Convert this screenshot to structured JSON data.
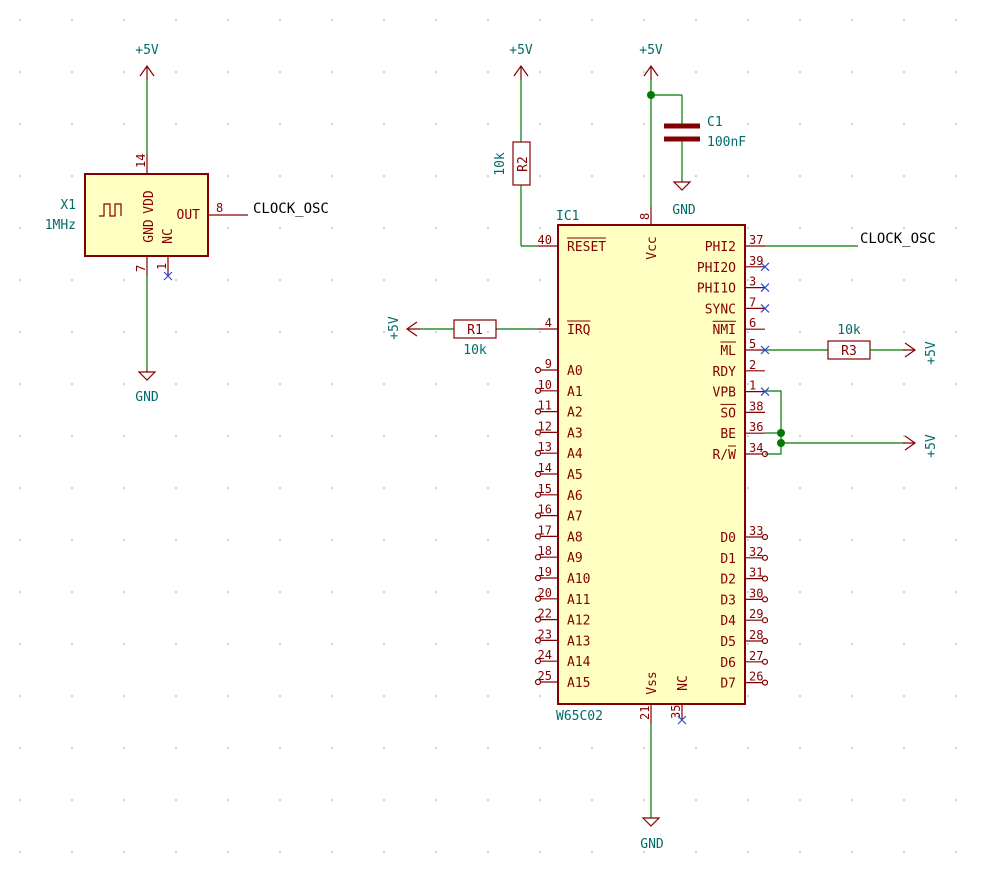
{
  "power": {
    "vcc": "+5V",
    "gnd": "GND"
  },
  "x1": {
    "ref": "X1",
    "value": "1MHz",
    "pin_vdd": "VDD",
    "pin_gnd": "GND",
    "pin_nc": "NC",
    "pin_out": "OUT",
    "num_vdd": "14",
    "num_gnd": "7",
    "num_nc": "1",
    "num_out": "8"
  },
  "net_clock": "CLOCK_OSC",
  "r1": {
    "ref": "R1",
    "value": "10k"
  },
  "r2": {
    "ref": "R2",
    "value": "10k"
  },
  "r3": {
    "ref": "R3",
    "value": "10k"
  },
  "c1": {
    "ref": "C1",
    "value": "100nF"
  },
  "ic1": {
    "ref": "IC1",
    "value": "W65C02",
    "top": [
      {
        "name": "Vcc",
        "num": "8"
      }
    ],
    "bottom": [
      {
        "name": "Vss",
        "num": "21"
      },
      {
        "name": "NC",
        "num": "35"
      }
    ],
    "left": [
      {
        "name": "RESET",
        "num": "40",
        "bar": true
      },
      {
        "name": "IRQ",
        "num": "4",
        "bar": true
      },
      {
        "name": "A0",
        "num": "9"
      },
      {
        "name": "A1",
        "num": "10"
      },
      {
        "name": "A2",
        "num": "11"
      },
      {
        "name": "A3",
        "num": "12"
      },
      {
        "name": "A4",
        "num": "13"
      },
      {
        "name": "A5",
        "num": "14"
      },
      {
        "name": "A6",
        "num": "15"
      },
      {
        "name": "A7",
        "num": "16"
      },
      {
        "name": "A8",
        "num": "17"
      },
      {
        "name": "A9",
        "num": "18"
      },
      {
        "name": "A10",
        "num": "19"
      },
      {
        "name": "A11",
        "num": "20"
      },
      {
        "name": "A12",
        "num": "22"
      },
      {
        "name": "A13",
        "num": "23"
      },
      {
        "name": "A14",
        "num": "24"
      },
      {
        "name": "A15",
        "num": "25"
      }
    ],
    "right": [
      {
        "name": "PHI2",
        "num": "37"
      },
      {
        "name": "PHI2O",
        "num": "39"
      },
      {
        "name": "PHI1O",
        "num": "3"
      },
      {
        "name": "SYNC",
        "num": "7"
      },
      {
        "name": "NMI",
        "num": "6",
        "bar": true
      },
      {
        "name": "ML",
        "num": "5",
        "bar": true
      },
      {
        "name": "RDY",
        "num": "2"
      },
      {
        "name": "VPB",
        "num": "1"
      },
      {
        "name": "SO",
        "num": "38",
        "bar": true
      },
      {
        "name": "BE",
        "num": "36"
      },
      {
        "name": "R/W",
        "num": "34",
        "barPart": "W"
      },
      {
        "name": "D0",
        "num": "33"
      },
      {
        "name": "D1",
        "num": "32"
      },
      {
        "name": "D2",
        "num": "31"
      },
      {
        "name": "D3",
        "num": "30"
      },
      {
        "name": "D4",
        "num": "29"
      },
      {
        "name": "D5",
        "num": "28"
      },
      {
        "name": "D6",
        "num": "27"
      },
      {
        "name": "D7",
        "num": "26"
      }
    ]
  }
}
